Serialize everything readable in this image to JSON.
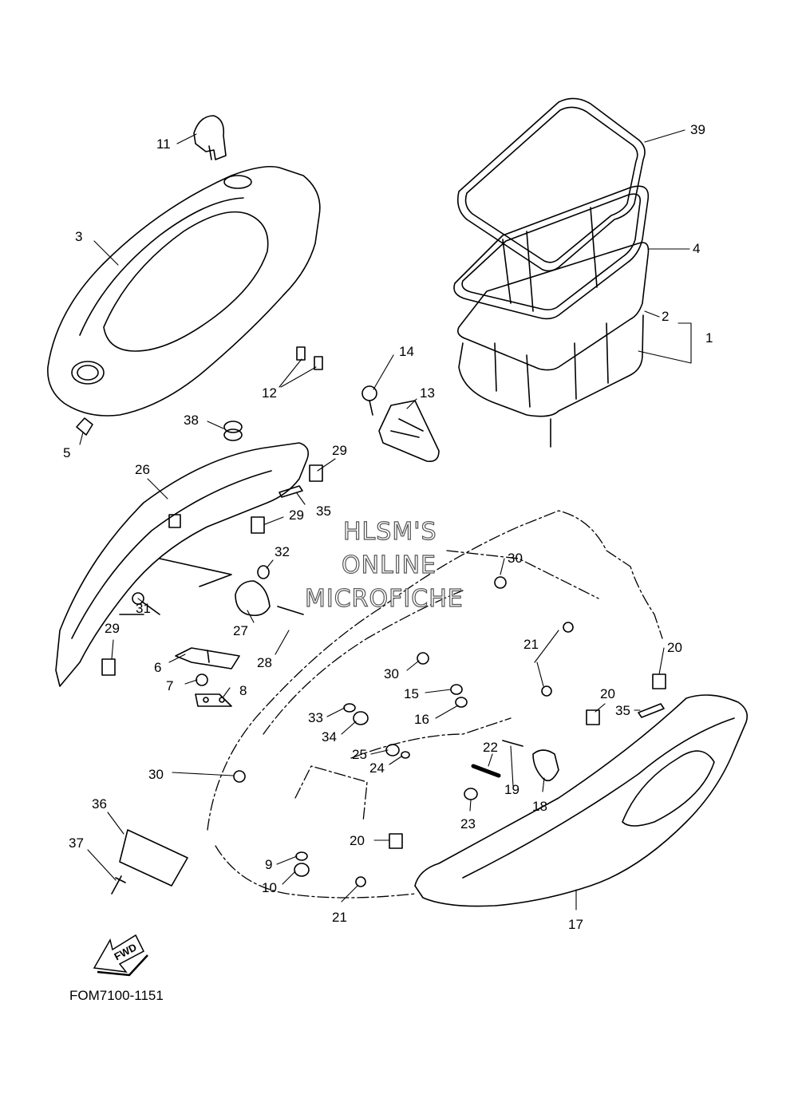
{
  "diagram": {
    "code": "FOM7100-1151",
    "watermark": [
      "HLSM'S",
      "ONLINE",
      "MICROFICHE"
    ],
    "fwd_label": "FWD",
    "callouts": [
      {
        "id": "39",
        "label": "39"
      },
      {
        "id": "4",
        "label": "4"
      },
      {
        "id": "2",
        "label": "2"
      },
      {
        "id": "1",
        "label": "1"
      },
      {
        "id": "11",
        "label": "11"
      },
      {
        "id": "3",
        "label": "3"
      },
      {
        "id": "12",
        "label": "12"
      },
      {
        "id": "14",
        "label": "14"
      },
      {
        "id": "13",
        "label": "13"
      },
      {
        "id": "38",
        "label": "38"
      },
      {
        "id": "5",
        "label": "5"
      },
      {
        "id": "26",
        "label": "26"
      },
      {
        "id": "29a",
        "label": "29"
      },
      {
        "id": "29b",
        "label": "29"
      },
      {
        "id": "35a",
        "label": "35"
      },
      {
        "id": "32",
        "label": "32"
      },
      {
        "id": "30a",
        "label": "30"
      },
      {
        "id": "31",
        "label": "31"
      },
      {
        "id": "27",
        "label": "27"
      },
      {
        "id": "28",
        "label": "28"
      },
      {
        "id": "29c",
        "label": "29"
      },
      {
        "id": "6",
        "label": "6"
      },
      {
        "id": "7",
        "label": "7"
      },
      {
        "id": "8",
        "label": "8"
      },
      {
        "id": "21a",
        "label": "21"
      },
      {
        "id": "20a",
        "label": "20"
      },
      {
        "id": "30b",
        "label": "30"
      },
      {
        "id": "15",
        "label": "15"
      },
      {
        "id": "16",
        "label": "16"
      },
      {
        "id": "33",
        "label": "33"
      },
      {
        "id": "34",
        "label": "34"
      },
      {
        "id": "20b",
        "label": "20"
      },
      {
        "id": "35b",
        "label": "35"
      },
      {
        "id": "25",
        "label": "25"
      },
      {
        "id": "24",
        "label": "24"
      },
      {
        "id": "22",
        "label": "22"
      },
      {
        "id": "19",
        "label": "19"
      },
      {
        "id": "18",
        "label": "18"
      },
      {
        "id": "30c",
        "label": "30"
      },
      {
        "id": "23",
        "label": "23"
      },
      {
        "id": "36",
        "label": "36"
      },
      {
        "id": "20c",
        "label": "20"
      },
      {
        "id": "37",
        "label": "37"
      },
      {
        "id": "9",
        "label": "9"
      },
      {
        "id": "10",
        "label": "10"
      },
      {
        "id": "21b",
        "label": "21"
      },
      {
        "id": "17",
        "label": "17"
      }
    ]
  }
}
